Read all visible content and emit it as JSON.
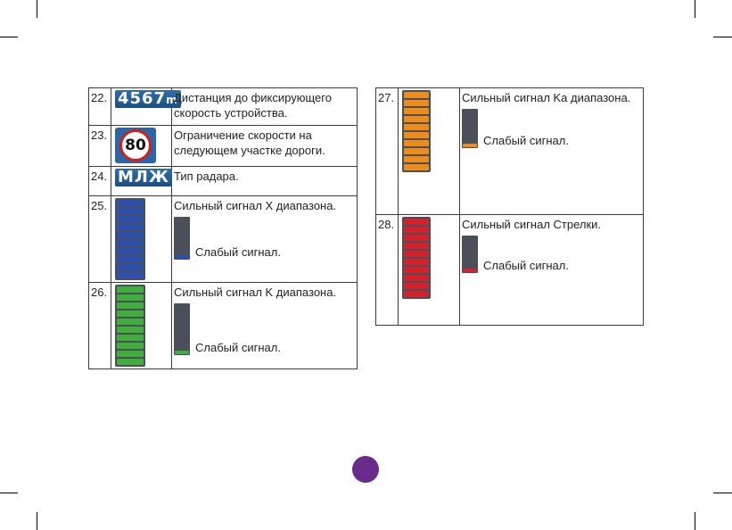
{
  "left_rows": [
    {
      "num": "22.",
      "desc": "Дистанция до фиксирующего скорость устройства.",
      "icon": "distance-badge",
      "badge_main": "4567",
      "badge_unit": "m"
    },
    {
      "num": "23.",
      "desc": "Ограничение скорости на следующем участке дороги.",
      "icon": "speed-limit-sign",
      "speed": "80"
    },
    {
      "num": "24.",
      "desc": "Тип радара.",
      "icon": "radar-type-badge",
      "badge_main": "МЛЖ"
    },
    {
      "num": "25.",
      "strong": "Сильный сигнал X диапазона.",
      "weak": "Слабый сигнал.",
      "icon": "signal-meter",
      "color": "#2d4fae"
    },
    {
      "num": "26.",
      "strong": " Сильный сигнал K  диапазона.",
      "weak": "Слабый сигнал.",
      "icon": "signal-meter",
      "color": "#3fae3b"
    }
  ],
  "right_rows": [
    {
      "num": "27.",
      "strong": "Сильный сигнал Ka диапазона.",
      "weak": "Слабый сигнал.",
      "icon": "signal-meter",
      "color": "#f08c1a"
    },
    {
      "num": "28.",
      "strong": "Сильный сигнал Стрелки.",
      "weak": "Слабый сигнал.",
      "icon": "signal-meter",
      "color": "#d6202a"
    }
  ],
  "colors": {
    "meter_bg": "#4a4f5a",
    "page_dot": "#6a2c8c",
    "badge_blue": "#2b67a8"
  }
}
